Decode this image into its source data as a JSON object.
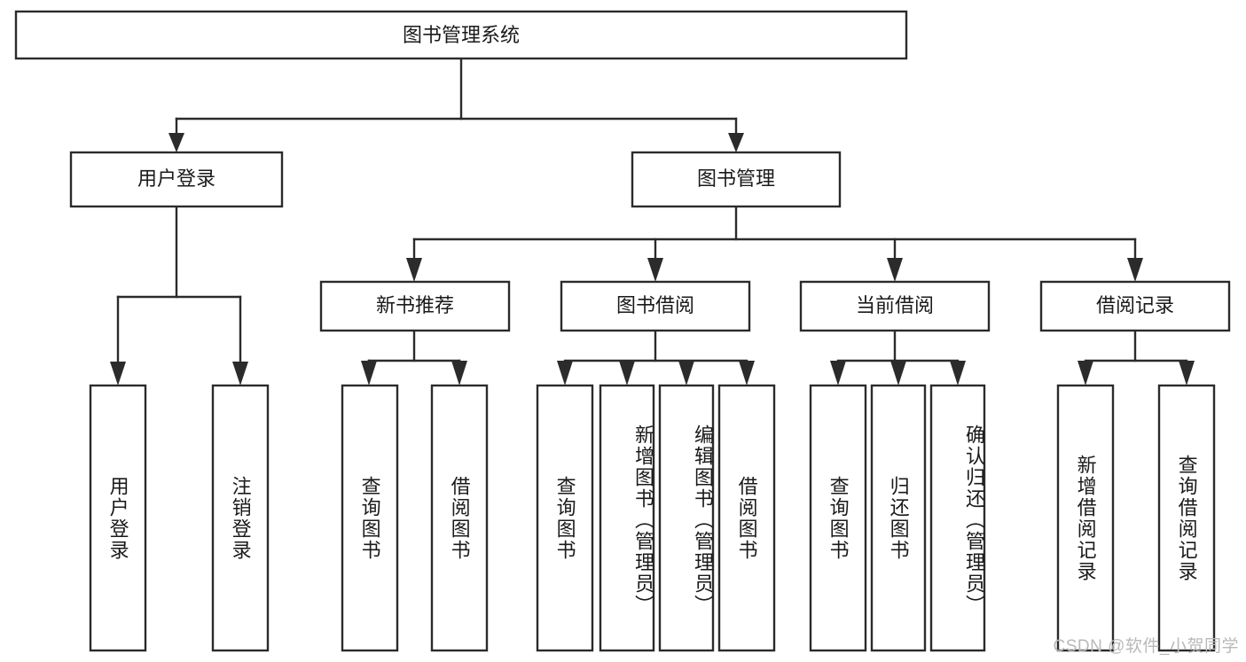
{
  "diagram": {
    "type": "tree",
    "title": "图书管理系统",
    "watermark": "CSDN @软件_小贺同学",
    "colors": {
      "background": "#ffffff",
      "box_fill": "#ffffff",
      "stroke": "#2b2b2b",
      "text": "#1a1a1a",
      "watermark": "#b9b9b9"
    },
    "root": {
      "id": "root",
      "label": "图书管理系统"
    },
    "level2": [
      {
        "id": "user-login",
        "label": "用户登录"
      },
      {
        "id": "book-manage",
        "label": "图书管理"
      }
    ],
    "level3": [
      {
        "id": "new-book-recommend",
        "label": "新书推荐",
        "parent": "book-manage"
      },
      {
        "id": "book-borrow",
        "label": "图书借阅",
        "parent": "book-manage"
      },
      {
        "id": "current-borrow",
        "label": "当前借阅",
        "parent": "book-manage"
      },
      {
        "id": "borrow-record",
        "label": "借阅记录",
        "parent": "book-manage"
      }
    ],
    "leaves": [
      {
        "id": "leaf-user-login",
        "label": "用户登录",
        "parent": "user-login"
      },
      {
        "id": "leaf-logout-login",
        "label": "注销登录",
        "parent": "user-login"
      },
      {
        "id": "leaf-query-book-1",
        "label": "查询图书",
        "parent": "new-book-recommend"
      },
      {
        "id": "leaf-borrow-book-1",
        "label": "借阅图书",
        "parent": "new-book-recommend"
      },
      {
        "id": "leaf-query-book-2",
        "label": "查询图书",
        "parent": "book-borrow"
      },
      {
        "id": "leaf-add-book",
        "label": "新增图书（管理员）",
        "parent": "book-borrow"
      },
      {
        "id": "leaf-edit-book",
        "label": "编辑图书（管理员）",
        "parent": "book-borrow"
      },
      {
        "id": "leaf-borrow-book-2",
        "label": "借阅图书",
        "parent": "book-borrow"
      },
      {
        "id": "leaf-query-book-3",
        "label": "查询图书",
        "parent": "current-borrow"
      },
      {
        "id": "leaf-return-book",
        "label": "归还图书",
        "parent": "current-borrow"
      },
      {
        "id": "leaf-confirm-return",
        "label": "确认归还（管理员）",
        "parent": "current-borrow"
      },
      {
        "id": "leaf-add-record",
        "label": "新增借阅记录",
        "parent": "borrow-record"
      },
      {
        "id": "leaf-query-record",
        "label": "查询借阅记录",
        "parent": "borrow-record"
      }
    ]
  }
}
